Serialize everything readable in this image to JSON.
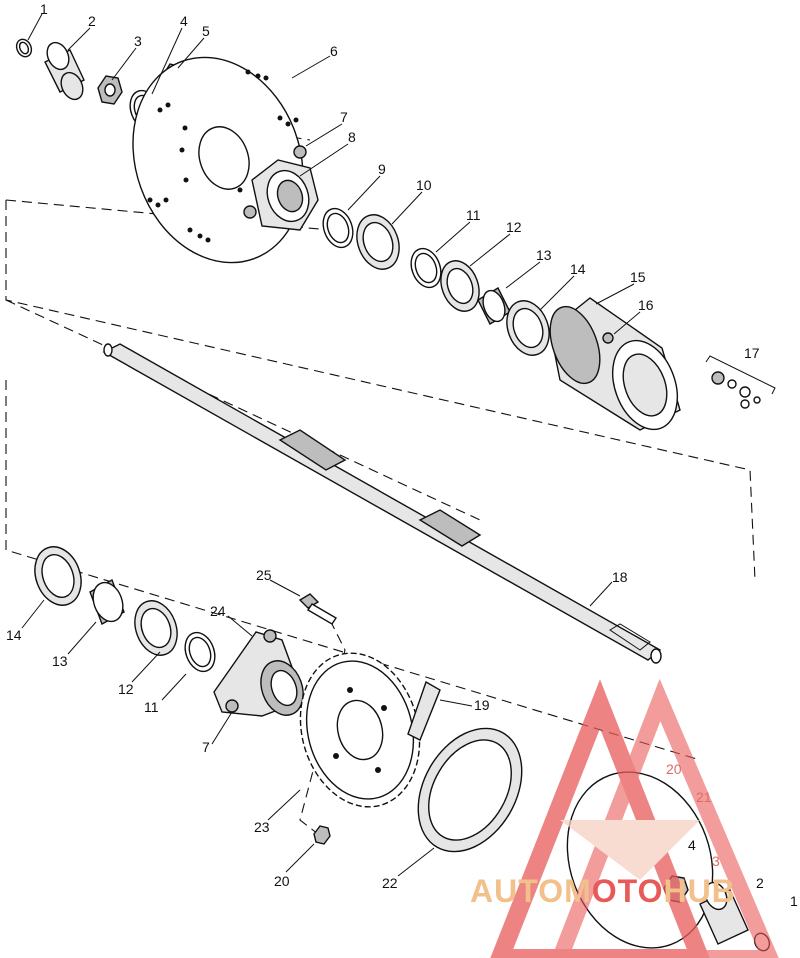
{
  "callouts_top": [
    "1",
    "2",
    "3",
    "4",
    "5",
    "6",
    "7",
    "8",
    "9",
    "10",
    "11",
    "12",
    "13",
    "14",
    "15",
    "16",
    "17"
  ],
  "callouts_bottom": [
    "25",
    "24",
    "18",
    "19",
    "14",
    "13",
    "12",
    "11",
    "7",
    "23",
    "20",
    "22"
  ],
  "callouts_wm": [
    "20",
    "21",
    "4",
    "3",
    "2",
    "1"
  ],
  "watermark": {
    "part1": "AUTOM",
    "part2": "OTO",
    "part3": "HUB",
    "color_orange": "#f2c08a",
    "color_red": "#e85a5a"
  }
}
